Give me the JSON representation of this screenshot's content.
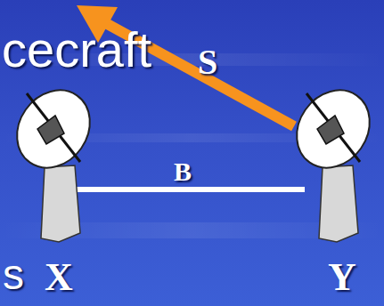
{
  "diagram": {
    "labels": [
      "cecraft",
      "S",
      "B",
      "X",
      "Y",
      "s"
    ]
  }
}
